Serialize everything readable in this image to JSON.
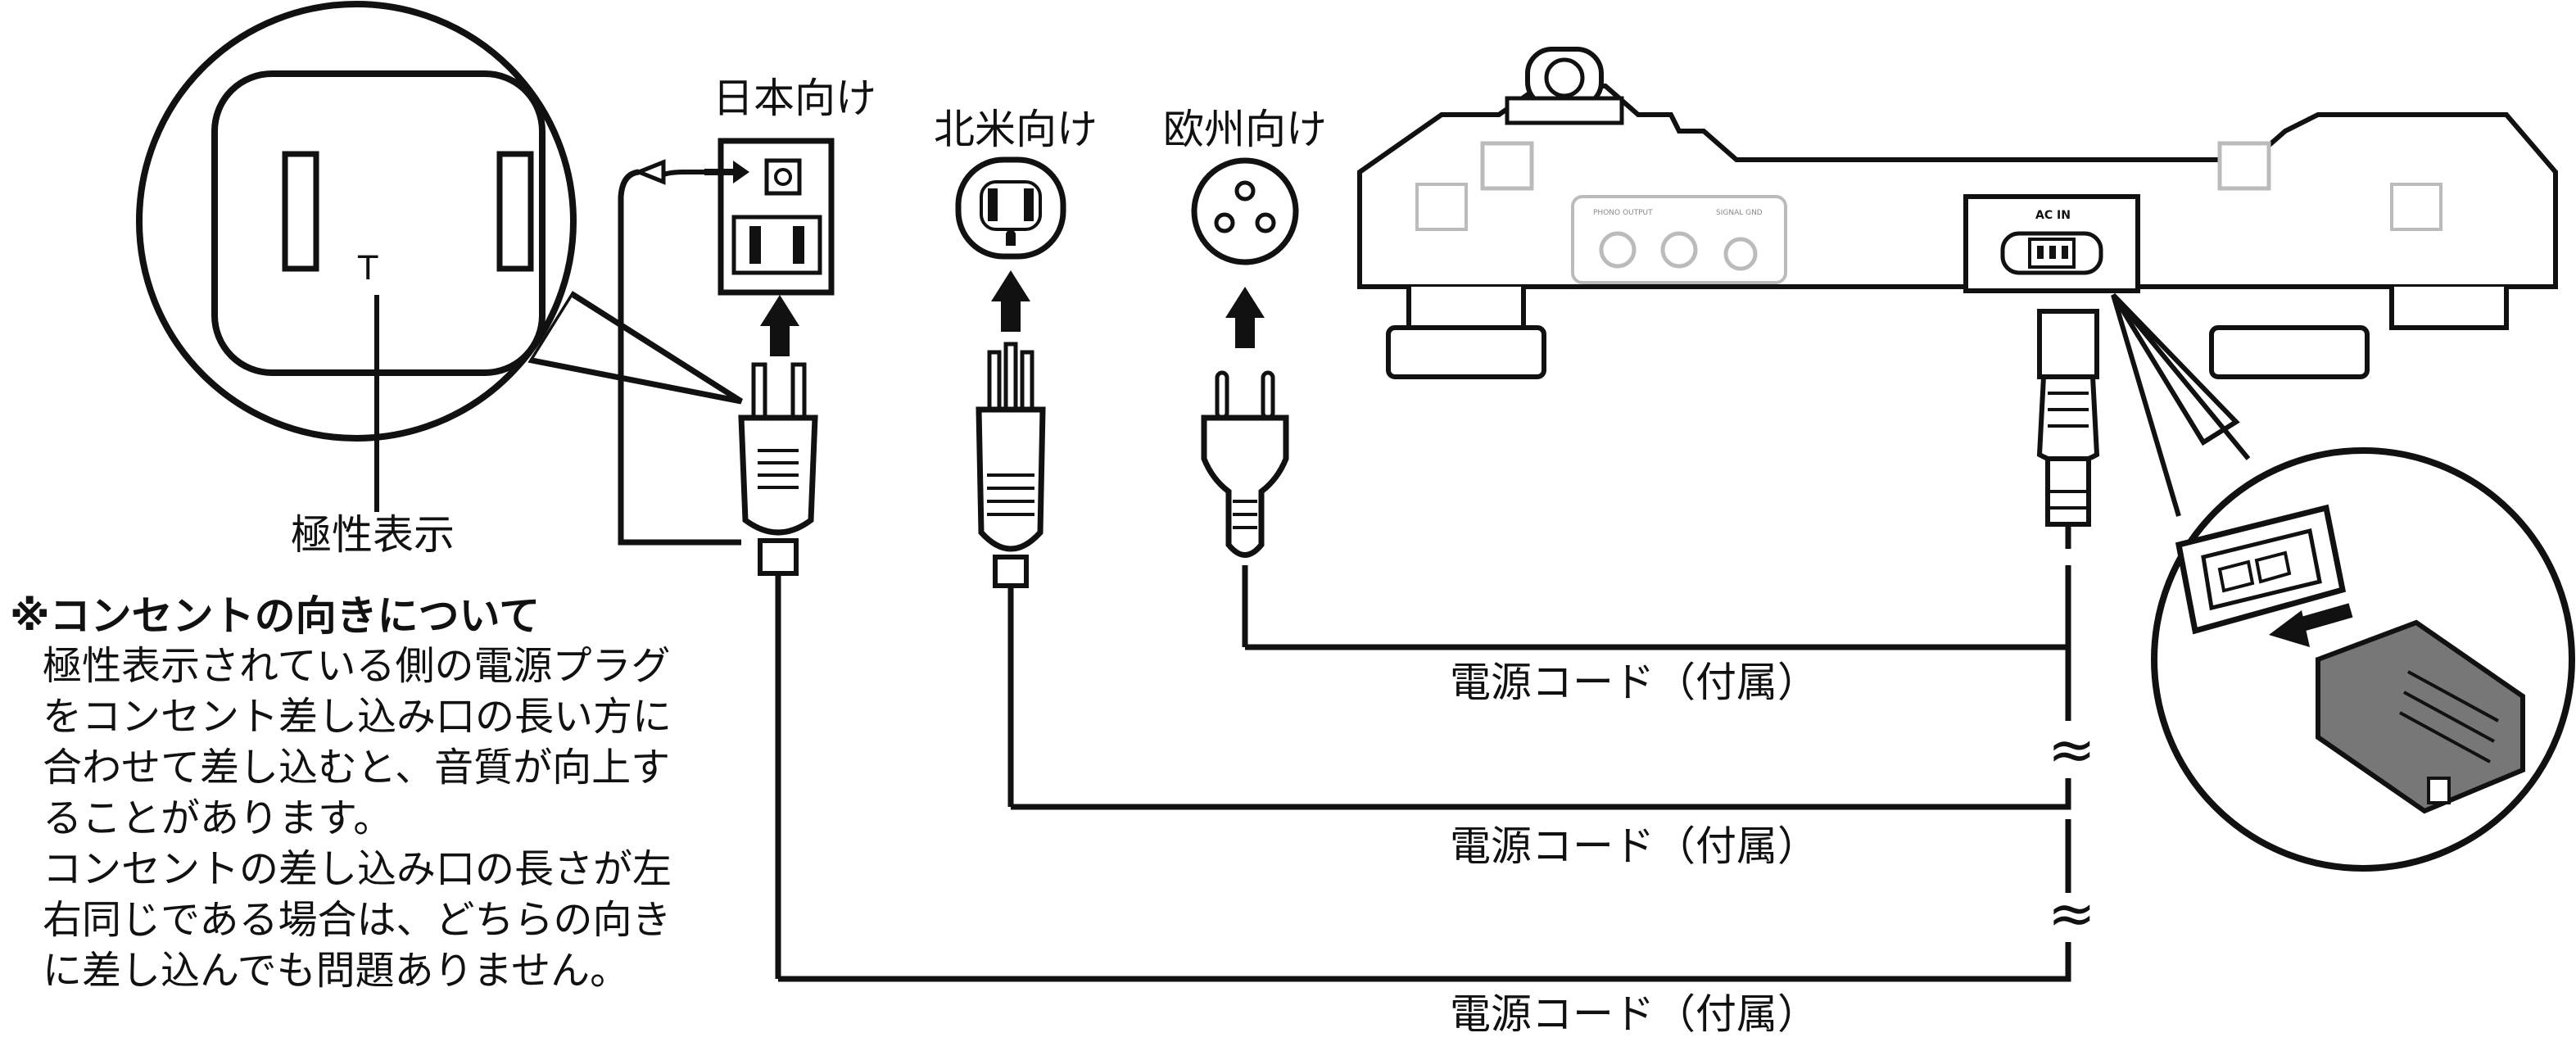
{
  "labels": {
    "japan": "日本向け",
    "north_america": "北米向け",
    "europe": "欧州向け",
    "polarity": "極性表示",
    "polarity_mark": "T",
    "ac_in": "AC IN",
    "phono_output": "PHONO OUTPUT",
    "signal_gnd": "SIGNAL GND",
    "power_cord_1": "電源コード（付属）",
    "power_cord_2": "電源コード（付属）",
    "power_cord_3": "電源コード（付属）",
    "break_mark_1": "≈",
    "break_mark_2": "≈"
  },
  "note": {
    "title": "※コンセントの向きについて",
    "lines": [
      "極性表示されている側の電源プラグ",
      "をコンセント差し込み口の長い方に",
      "合わせて差し込むと、音質が向上す",
      "ることがあります。",
      "コンセントの差し込み口の長さが左",
      "右同じである場合は、どちらの向き",
      "に差し込んでも問題ありません。"
    ]
  },
  "colors": {
    "line": "#111111",
    "device_line": "#bbbbbb",
    "connector_fill": "#777777"
  }
}
